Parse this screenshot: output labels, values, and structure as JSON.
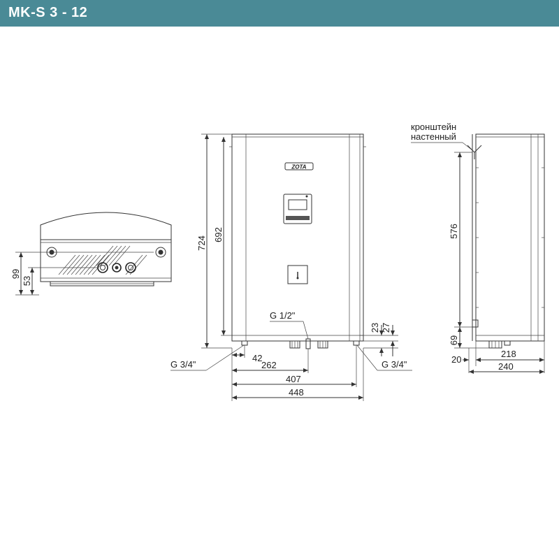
{
  "header": {
    "title": "MK-S 3 - 12"
  },
  "bottom_view": {
    "dims": {
      "d99": "99",
      "d53": "53"
    }
  },
  "front_view": {
    "logo": "ZOTA",
    "dims": {
      "height_total": "724",
      "height_inner": "692",
      "d23": "23",
      "d27": "27",
      "d42": "42",
      "d262": "262",
      "d407": "407",
      "d448": "448"
    },
    "labels": {
      "g12": "G 1/2\"",
      "g34_left": "G 3/4\"",
      "g34_right": "G 3/4\""
    }
  },
  "side_view": {
    "bracket_label_1": "кронштейн",
    "bracket_label_2": "настенный",
    "dims": {
      "d576": "576",
      "d69": "69",
      "d20": "20",
      "d218": "218",
      "d240": "240"
    }
  }
}
